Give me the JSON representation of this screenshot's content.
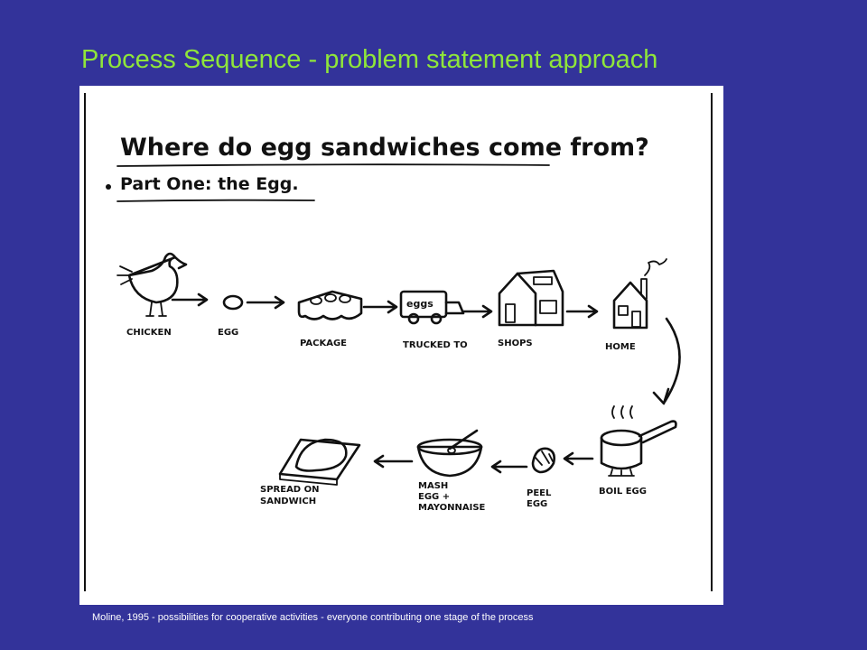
{
  "slide": {
    "title": "Process Sequence - problem statement approach",
    "credit": "Moline, 1995 - possibilities for cooperative activities - everyone contributing one stage of the process"
  },
  "drawing": {
    "heading": "Where do egg sandwiches come from?",
    "subheading": "Part One: the Egg.",
    "stages": [
      {
        "label": "CHICKEN",
        "icon": "chicken-icon"
      },
      {
        "label": "EGG",
        "icon": "egg-icon"
      },
      {
        "label": "PACKAGE",
        "icon": "egg-carton-icon"
      },
      {
        "label": "TRUCKED TO",
        "icon": "truck-icon",
        "sign": "eggs"
      },
      {
        "label": "SHOPS",
        "icon": "shop-icon"
      },
      {
        "label": "HOME",
        "icon": "house-icon"
      },
      {
        "label": "BOIL EGG",
        "icon": "saucepan-icon"
      },
      {
        "label": "PEEL EGG",
        "icon": "hand-peeling-icon"
      },
      {
        "label": "MASH EGG + MAYONNAISE",
        "icon": "mixing-bowl-icon",
        "lines": [
          "MASH",
          "EGG +",
          "MAYONNAISE"
        ]
      },
      {
        "label": "SPREAD ON SANDWICH",
        "icon": "sandwich-icon",
        "lines": [
          "SPREAD ON",
          "SANDWICH"
        ]
      }
    ]
  }
}
